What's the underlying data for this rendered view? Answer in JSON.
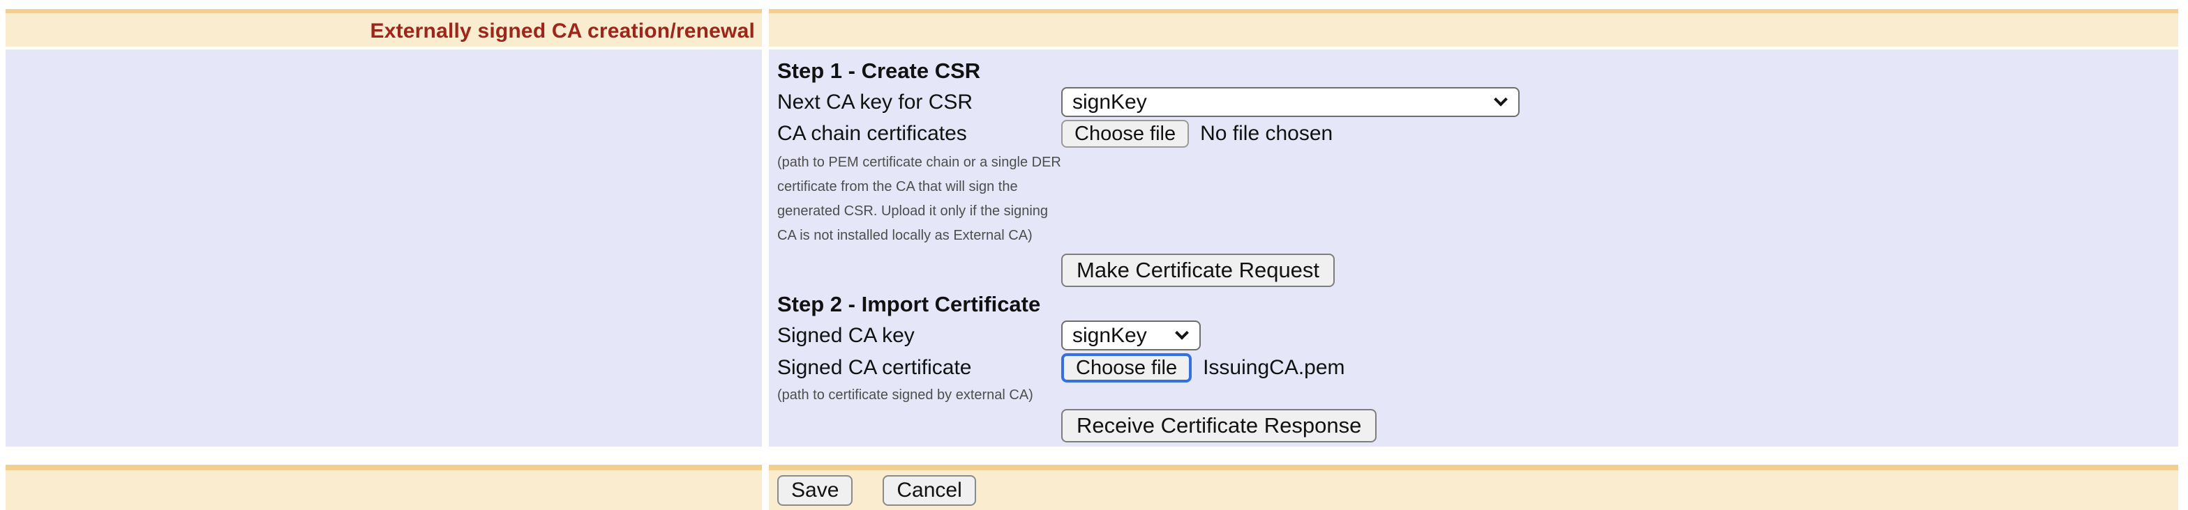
{
  "colors": {
    "title_red": "#9e2519",
    "band_bg": "#faedcf",
    "band_border": "#f2cf90",
    "panel_bg": "#e5e7f8",
    "control_bg": "#f0f0f0",
    "control_border": "#7d7d7d",
    "focus_blue": "#3470df",
    "help_gray": "#4d4d4d"
  },
  "header": {
    "title": "Externally signed CA creation/renewal"
  },
  "form": {
    "step1": {
      "title": "Step 1 - Create CSR",
      "next_key": {
        "label": "Next CA key for CSR",
        "value": "signKey"
      },
      "chain": {
        "label": "CA chain certificates",
        "button": "Choose file",
        "status": "No file chosen"
      },
      "help_lines": [
        "(path to PEM certificate chain or a single DER",
        "certificate from the CA that will sign the",
        "generated CSR. Upload it only if the signing",
        "CA is not installed locally as External CA)"
      ],
      "action": "Make Certificate Request"
    },
    "step2": {
      "title": "Step 2 - Import Certificate",
      "signed_key": {
        "label": "Signed CA key",
        "value": "signKey"
      },
      "signed_cert": {
        "label": "Signed CA certificate",
        "button": "Choose file",
        "file": "IssuingCA.pem"
      },
      "help": "(path to certificate signed by external CA)",
      "action": "Receive Certificate Response"
    }
  },
  "footer": {
    "save": "Save",
    "cancel": "Cancel"
  }
}
